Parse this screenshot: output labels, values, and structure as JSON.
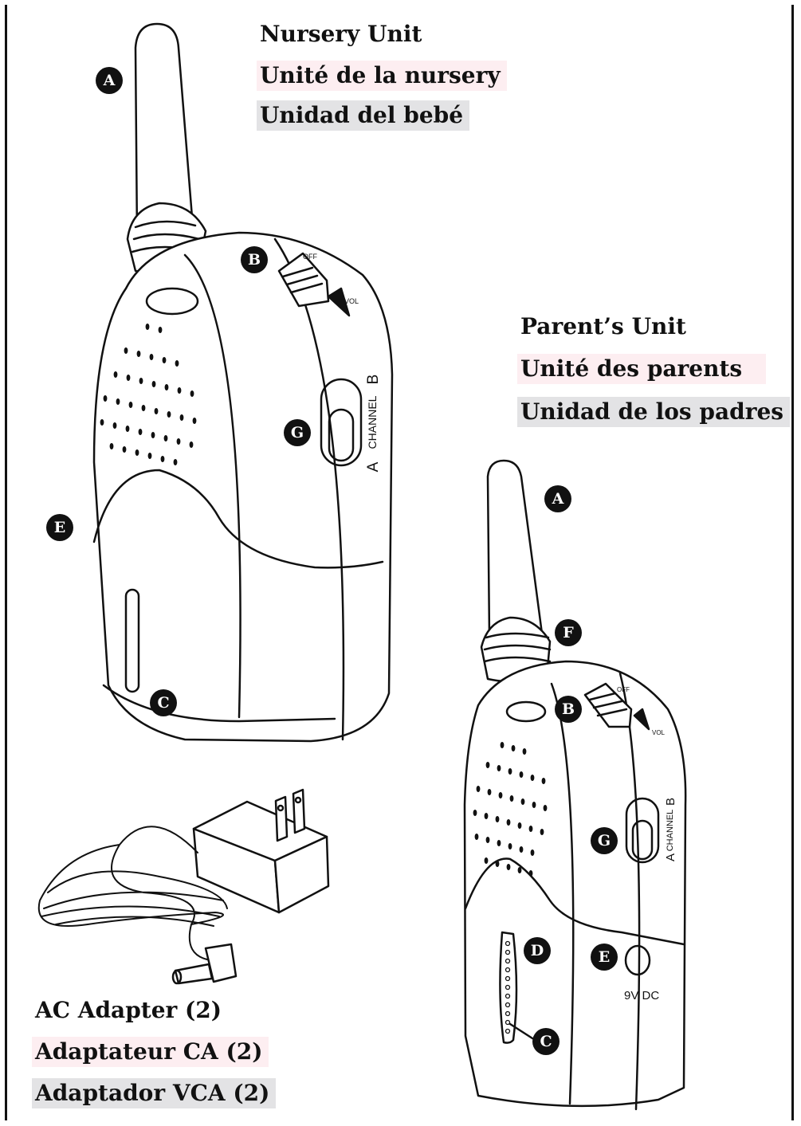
{
  "nursery_unit": {
    "caption_en": "Nursery Unit",
    "caption_fr": "Unité de la nursery",
    "caption_es": "Unidad del bebé",
    "switch_off_label": "OFF",
    "switch_vol_label": "VOL",
    "channel_label": "CHANNEL",
    "channel_a": "A",
    "channel_b": "B"
  },
  "parent_unit": {
    "caption_en": "Parent’s Unit",
    "caption_fr": "Unité des parents",
    "caption_es": "Unidad de los padres",
    "switch_off_label": "OFF",
    "switch_vol_label": "VOL",
    "channel_label": "CHANNEL",
    "channel_a": "A",
    "channel_b": "B",
    "jack_label": "9V DC"
  },
  "ac_adapter": {
    "caption_en": "AC Adapter (2)",
    "caption_fr": "Adaptateur CA (2)",
    "caption_es": "Adaptador VCA (2)"
  },
  "callouts": {
    "a": "A",
    "b": "B",
    "c": "C",
    "d": "D",
    "e": "E",
    "f": "F",
    "g": "G"
  },
  "colors": {
    "pink_band": "#fdeef1",
    "grey_band": "#e3e3e5",
    "callout": "#111111"
  }
}
